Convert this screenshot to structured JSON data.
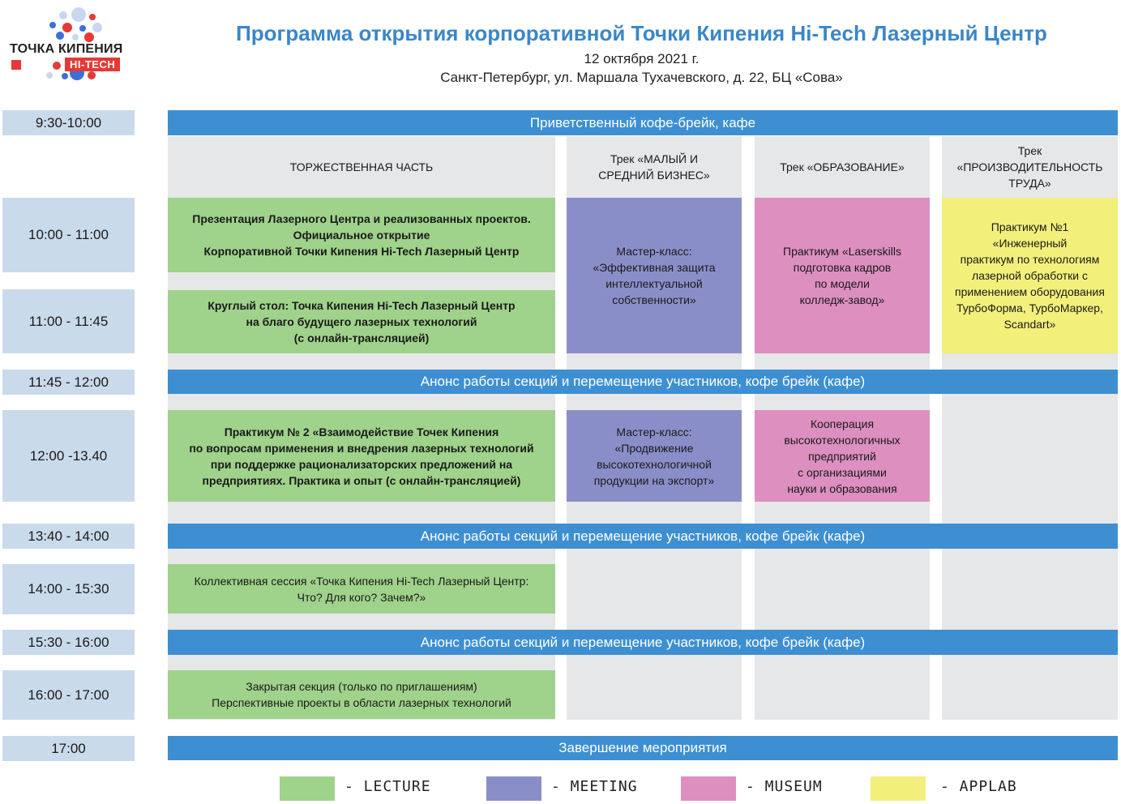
{
  "header": {
    "logo_text": "ТОЧКА КИПЕНИЯ",
    "logo_badge": "HI-TECH",
    "title": "Программа открытия корпоративной Точки Кипения Hi-Tech Лазерный Центр",
    "date": "12 октября 2021 г.",
    "address": "Санкт-Петербург, ул. Маршала Тухачевского, д. 22, БЦ «Сова»"
  },
  "times": [
    "9:30-10:00",
    "10:00 - 11:00",
    "11:00 - 11:45",
    "11:45 - 12:00",
    "12:00 -13.40",
    "13:40 - 14:00",
    "14:00 - 15:30",
    "15:30 - 16:00",
    "16:00 - 17:00",
    "17:00"
  ],
  "bars": {
    "welcome": "Приветственный кофе-брейк, кафе",
    "break1": "Анонс работы секций и перемещение участников, кофе брейк (кафе)",
    "break2": "Анонс работы секций и перемещение участников, кофе брейк (кафе)",
    "break3": "Анонс работы секций и перемещение участников, кофе брейк (кафе)",
    "closing": "Завершение мероприятия"
  },
  "tracks": {
    "main": "ТОРЖЕСТВЕННАЯ ЧАСТЬ",
    "business": "Трек «МАЛЫЙ И\nСРЕДНИЙ БИЗНЕС»",
    "education": "Трек «ОБРАЗОВАНИЕ»",
    "productivity": "Трек\n«ПРОИЗВОДИТЕЛЬНОСТЬ\nТРУДА»"
  },
  "sessions": {
    "presentation": "Презентация Лазерного Центра и реализованных проектов.\nОфициальное открытие\nКорпоративной Точки Кипения Hi-Tech Лазерный Центр",
    "roundtable": "Круглый стол: Точка Кипения Hi-Tech Лазерный Центр\nна благо будущего лазерных технологий\n(с онлайн-трансляцией)",
    "masterclass1": "Мастер-класс:\n«Эффективная защита\nинтеллектуальной\nсобственности»",
    "laserskills": "Практикум «Laserskills\nподготовка кадров\nпо модели\nколледж-завод»",
    "practicum1": "Практикум №1\n«Инженерный\nпрактикум по технологиям\nлазерной обработки с\nприменением оборудования\nТурбоФорма, ТурбоМаркер,\nScandart»",
    "practicum2": "Практикум № 2 «Взаимодействие Точек Кипения\nпо вопросам применения и внедрения лазерных технологий\nпри поддержке рационализаторских предложений на\nпредприятиях. Практика и опыт (с онлайн-трансляцией)",
    "masterclass2": "Мастер-класс:\n«Продвижение\nвысокотехнологичной\nпродукции на экспорт»",
    "cooperation": "Кооперация\nвысокотехнологичных\nпредприятий\nс организациями\nнауки и образования",
    "collective": "Коллективная сессия «Точка Кипения Hi-Tech Лазерный Центр:\nЧто? Для кого? Зачем?»",
    "closed": "Закрытая секция (только по приглашениям)\nПерспективные проекты в области лазерных технологий"
  },
  "legend": [
    {
      "label": "- LECTURE",
      "color": "#9fd28a"
    },
    {
      "label": "- MEETING",
      "color": "#8a8ec8"
    },
    {
      "label": "- MUSEUM",
      "color": "#dd8fc0"
    },
    {
      "label": "- APPLAB",
      "color": "#f2f07a"
    }
  ]
}
